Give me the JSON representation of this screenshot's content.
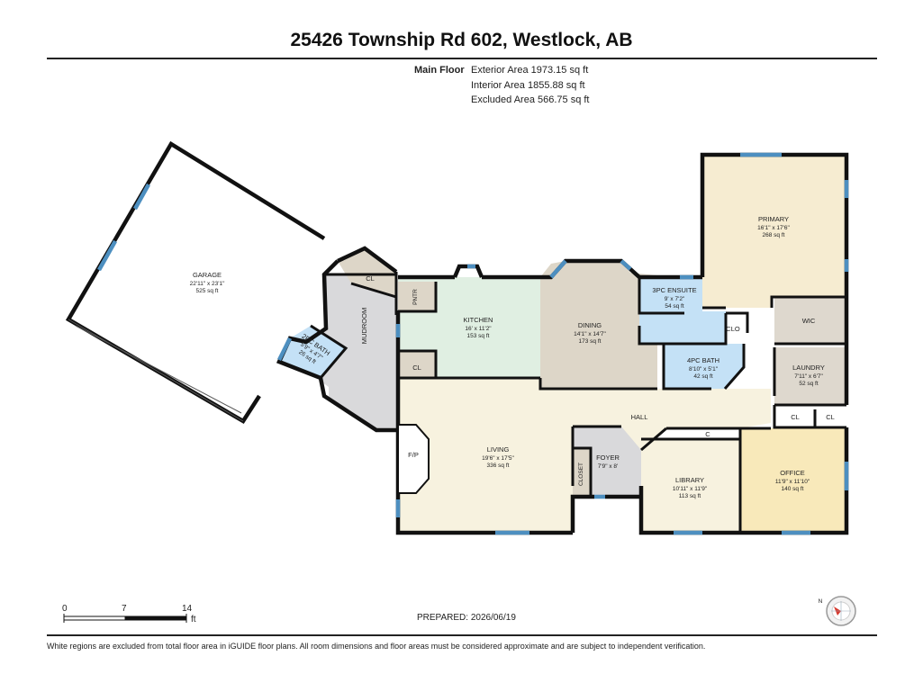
{
  "header": {
    "title": "25426 Township Rd 602, Westlock, AB"
  },
  "areas": {
    "floor_label": "Main Floor",
    "exterior": "Exterior Area 1973.15 sq ft",
    "interior": "Interior Area 1855.88 sq ft",
    "excluded": "Excluded Area 566.75 sq ft"
  },
  "rooms": {
    "garage": {
      "name": "GARAGE",
      "dims": "22'11\" x 23'1\"",
      "area": "525 sq ft"
    },
    "kitchen": {
      "name": "KITCHEN",
      "dims": "16' x 11'2\"",
      "area": "153 sq ft"
    },
    "dining": {
      "name": "DINING",
      "dims": "14'1\" x 14'7\"",
      "area": "173 sq ft"
    },
    "ensuite": {
      "name": "3PC ENSUITE",
      "dims": "9' x 7'2\"",
      "area": "54 sq ft"
    },
    "primary": {
      "name": "PRIMARY",
      "dims": "16'1\" x 17'6\"",
      "area": "268 sq ft"
    },
    "bath4": {
      "name": "4PC BATH",
      "dims": "8'10\" x 5'1\"",
      "area": "42 sq ft"
    },
    "laundry": {
      "name": "LAUNDRY",
      "dims": "7'11\" x 6'7\"",
      "area": "52 sq ft"
    },
    "bath2": {
      "name": "2PC BATH",
      "dims": "5'9\" x 4'7\"",
      "area": "26 sq ft"
    },
    "living": {
      "name": "LIVING",
      "dims": "19'6\" x 17'5\"",
      "area": "336 sq ft"
    },
    "foyer": {
      "name": "FOYER",
      "dims": "7'9\" x 8'"
    },
    "library": {
      "name": "LIBRARY",
      "dims": "10'11\" x 11'9\"",
      "area": "113 sq ft"
    },
    "office": {
      "name": "OFFICE",
      "dims": "11'9\" x 11'10\"",
      "area": "140 sq ft"
    }
  },
  "labels": {
    "mudroom": "MUDROOM",
    "pntr": "PNTR",
    "cl": "CL",
    "clo": "CLO",
    "wic": "WIC",
    "hall": "HALL",
    "fp": "F/P",
    "closet": "CLOSET",
    "c": "C"
  },
  "scale": {
    "zero": "0",
    "mid": "7",
    "end": "14",
    "unit": "ft"
  },
  "compass": {
    "north_label": "N"
  },
  "footer": {
    "prepared": "PREPARED: 2026/06/19",
    "disclaimer": "White regions are excluded from total floor area in iGUIDE floor plans. All room dimensions and floor areas must be considered approximate and are subject to independent verification."
  },
  "colors": {
    "wall": "#111111",
    "window": "#4d8fc0",
    "garage_fill": "#ffffff",
    "mudroom_fill": "#d9d9db",
    "kitchen_fill": "#e0efe2",
    "dining_fill": "#ddd6c8",
    "bath_fill": "#c4e1f6",
    "primary_fill": "#f6ecd1",
    "wic_fill": "#ded8ce",
    "living_fill": "#f7f2df",
    "office_fill": "#f8e9ba",
    "library_fill": "#f7f2df"
  }
}
